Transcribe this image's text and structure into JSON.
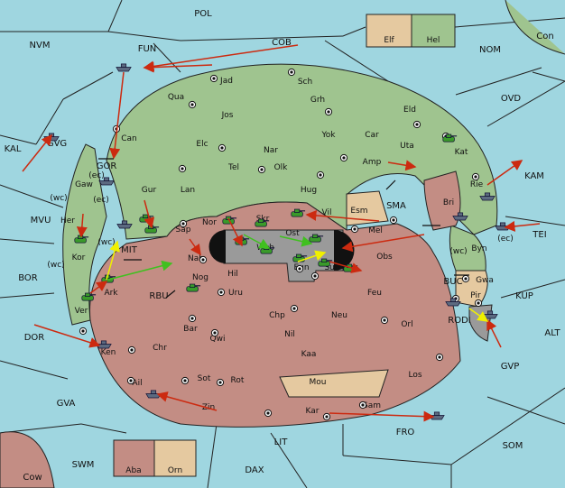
{
  "colors": {
    "water": "#9fd6e0",
    "power_green": "#9fc48f",
    "power_red": "#c38d84",
    "neutral_tan": "#e5c9a0",
    "inner_grey": "#9a9a9a",
    "order_arrow": "#cc2a10",
    "support_yellow": "#f0f000",
    "convoy_green": "#40c020",
    "border": "#222222",
    "army_green": "#3a9a2a",
    "fleet_grey": "#5c6a80"
  },
  "sea_labels": [
    "POL",
    "NVM",
    "FUN",
    "COB",
    "NOM",
    "Con",
    "OVD",
    "KAL",
    "GVG",
    "GOR",
    "KAM",
    "MVU",
    "TEI",
    "MIT",
    "BOR",
    "SMA",
    "RBU",
    "BUC",
    "KUP",
    "RODI",
    "DOR",
    "ALT",
    "GVP",
    "GVA",
    "FRO",
    "SOM",
    "LIT",
    "SWM",
    "Cow",
    "DAX"
  ],
  "green_labels": [
    "Jad",
    "Sch",
    "Qua",
    "Jos",
    "Grh",
    "Eld",
    "Can",
    "Elc",
    "Nar",
    "Yok",
    "Car",
    "Uta",
    "Kat",
    "Gaw",
    "Tel",
    "Olk",
    "Amp",
    "Gur",
    "Lan",
    "Hug",
    "Rie",
    "Her",
    "Sap",
    "Nor",
    "Kor",
    "Ver",
    "Byn"
  ],
  "red_labels": [
    "Vil",
    "Bri",
    "Mel",
    "Nab",
    "Obs",
    "Hil",
    "Nog",
    "Ark",
    "Uru",
    "Feu",
    "Chp",
    "Neu",
    "Bar",
    "Qwi",
    "Nil",
    "Orl",
    "Ken",
    "Chr",
    "Kaa",
    "Sot",
    "Rot",
    "Los",
    "Ail",
    "Zin",
    "Kar",
    "Sam"
  ],
  "tan_labels": [
    "Esm",
    "Gwa",
    "Mou",
    "Elf",
    "Aba",
    "Orn"
  ],
  "grey_labels": [
    "Skr",
    "Web",
    "Ost",
    "Eun",
    "Sun",
    "Pir"
  ],
  "box_labels": {
    "elf": "Elf",
    "hel": "Hel",
    "aba": "Aba",
    "orn": "Orn"
  },
  "coast_markers": [
    "(wc)",
    "(ec)",
    "(wc)",
    "(wc)",
    "(ec)",
    "(wc)",
    "(ec)"
  ],
  "unit_types": [
    "army",
    "fleet"
  ]
}
